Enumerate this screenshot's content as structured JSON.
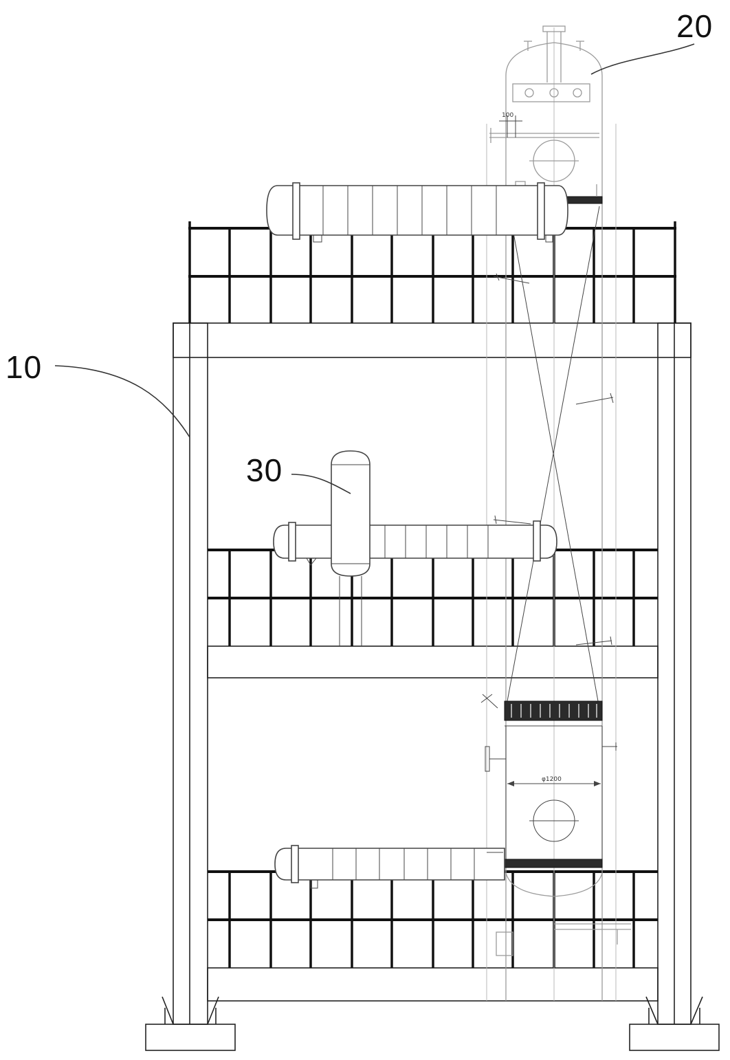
{
  "labels": {
    "frame": "10",
    "tower": "20",
    "tank": "30"
  },
  "annotations": {
    "tower_diameter": "φ1200",
    "top_dimension": "100"
  }
}
